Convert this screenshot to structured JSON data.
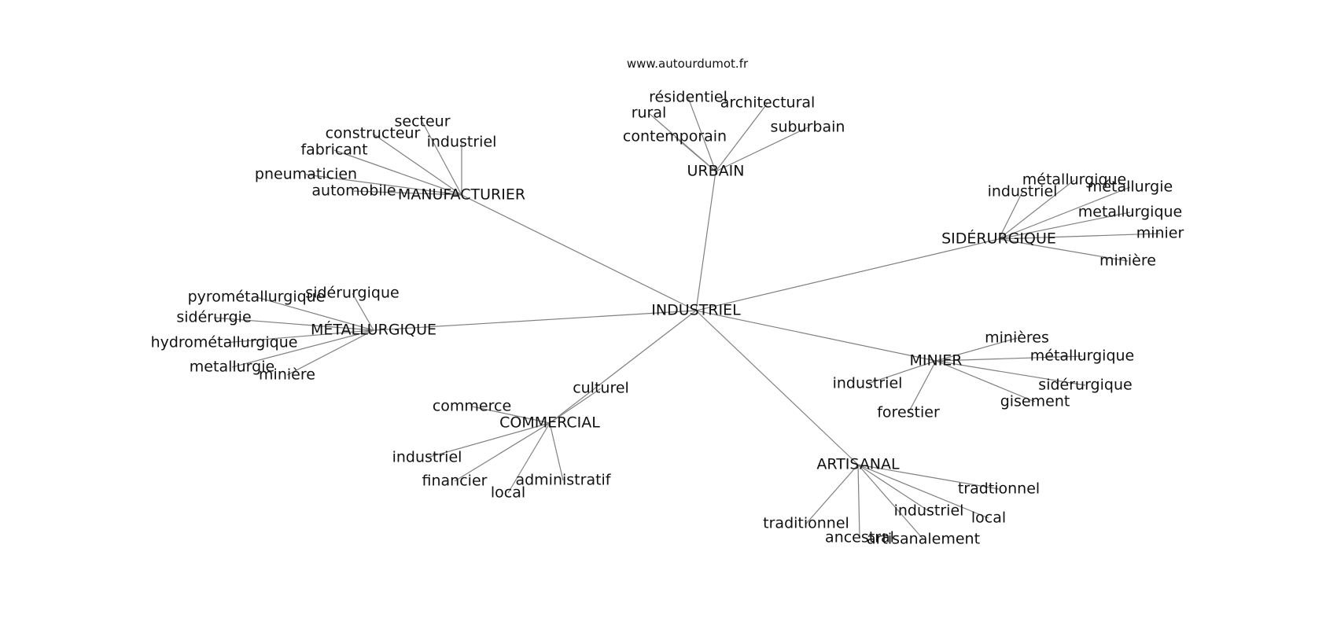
{
  "watermark": "www.autourdumot.fr",
  "diagram": {
    "center": "INDUSTRIEL",
    "clusters": [
      {
        "hub": "URBAIN",
        "words": [
          "résidentiel",
          "rural",
          "architectural",
          "contemporain",
          "suburbain"
        ]
      },
      {
        "hub": "MANUFACTURIER",
        "words": [
          "secteur",
          "constructeur",
          "industriel",
          "fabricant",
          "pneumaticien",
          "automobile"
        ]
      },
      {
        "hub": "SIDÉRURGIQUE",
        "words": [
          "métallurgique",
          "industriel",
          "métallurgie",
          "metallurgique",
          "minier",
          "minière"
        ]
      },
      {
        "hub": "MÉTALLURGIQUE",
        "words": [
          "sidérurgique",
          "pyrométallurgique",
          "sidérurgie",
          "hydrométallurgique",
          "metallurgie",
          "minière"
        ]
      },
      {
        "hub": "MINIER",
        "words": [
          "minières",
          "métallurgique",
          "industriel",
          "sidérurgique",
          "gisement",
          "forestier"
        ]
      },
      {
        "hub": "COMMERCIAL",
        "words": [
          "culturel",
          "commerce",
          "industriel",
          "financier",
          "administratif",
          "local"
        ]
      },
      {
        "hub": "ARTISANAL",
        "words": [
          "tradtionnel",
          "industriel",
          "local",
          "traditionnel",
          "ancestral",
          "artisanalement"
        ]
      }
    ]
  }
}
